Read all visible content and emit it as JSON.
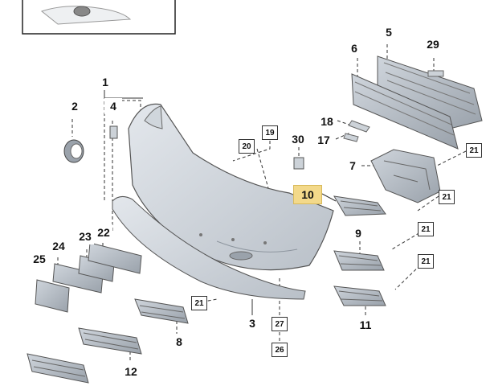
{
  "labels": {
    "p1": "1",
    "p2": "2",
    "p3": "3",
    "p4": "4",
    "p5": "5",
    "p6": "6",
    "p7": "7",
    "p8": "8",
    "p9": "9",
    "p10": "10",
    "p11": "11",
    "p12": "12",
    "p17": "17",
    "p18": "18",
    "p22": "22",
    "p23": "23",
    "p24": "24",
    "p25": "25",
    "p29": "29",
    "p30": "30",
    "r19": "19",
    "r20": "20",
    "r21": "21",
    "r26": "26",
    "r27": "27"
  },
  "colors": {
    "highlight": "#f3d98a",
    "part_fill": "#c3c9d0",
    "line": "#333333"
  }
}
